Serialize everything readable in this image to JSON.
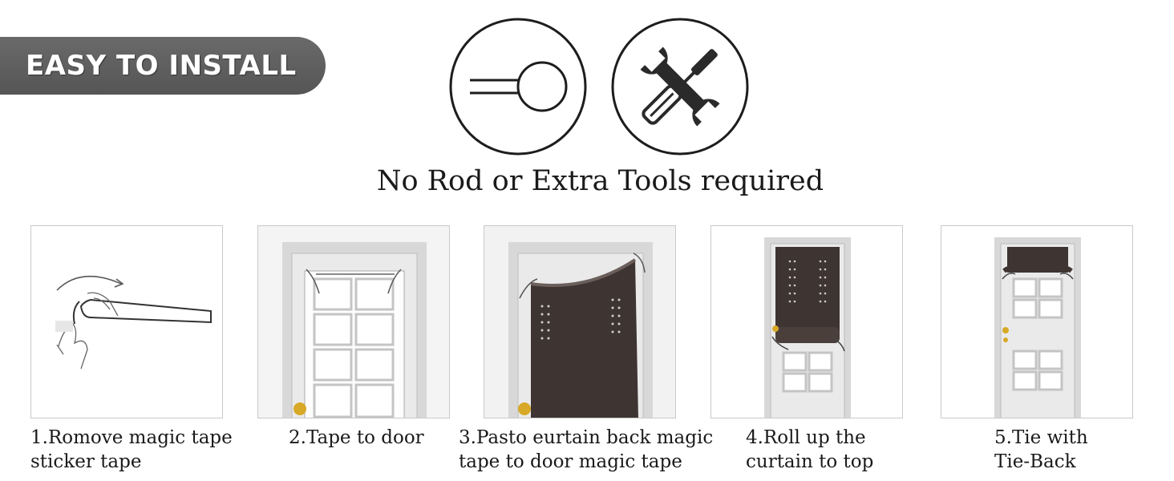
{
  "header": {
    "badge_label": "EASY TO INSTALL",
    "subtitle": "No Rod or Extra Tools required"
  },
  "icons": [
    {
      "name": "curtain-rod-icon"
    },
    {
      "name": "tools-icon"
    }
  ],
  "steps": [
    {
      "line1": "1.Romove magic tape",
      "line2": "sticker tape"
    },
    {
      "line1": "2.Tape to door",
      "line2": ""
    },
    {
      "line1": "3.Pasto eurtain back magic",
      "line2": "tape to door magic tape"
    },
    {
      "line1": "4.Roll up the",
      "line2": "curtain to top"
    },
    {
      "line1": "5.Tie with",
      "line2": "Tie-Back"
    }
  ],
  "colors": {
    "badge_bg": "#5e5e5e",
    "curtain": "#3e3431",
    "door_frame": "#d6d6d6",
    "knob": "#d8a926"
  }
}
